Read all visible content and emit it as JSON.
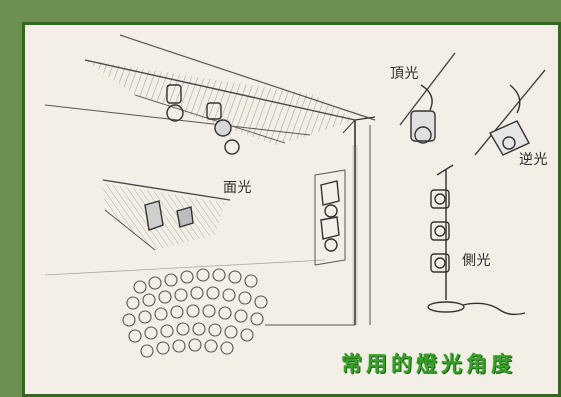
{
  "title": "常用的燈光角度",
  "labels": {
    "face_light": "面光",
    "top_light": "頂光",
    "back_light": "逆光",
    "side_light": "側光"
  },
  "colors": {
    "frame": "#6e9152",
    "frame_border": "#2f6a1d",
    "paper": "#f3efe6",
    "title": "#3aa02c",
    "pencil": "#3a3a3a"
  }
}
